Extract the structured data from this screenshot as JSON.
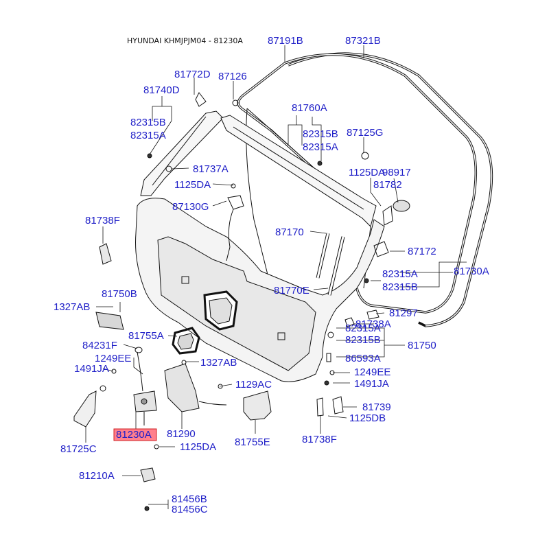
{
  "header": {
    "title": "HYUNDAI KHMJPJM04 - 81230A"
  },
  "colors": {
    "label": "#2020c8",
    "highlight_fill": "#ff7f8c",
    "highlight_stroke": "#d02020",
    "line": "#111111",
    "background": "#ffffff"
  },
  "highlight_part": "81230A",
  "parts": [
    {
      "id": "p-87191B",
      "text": "87191B"
    },
    {
      "id": "p-87321B",
      "text": "87321B"
    },
    {
      "id": "p-81772D",
      "text": "81772D"
    },
    {
      "id": "p-87126",
      "text": "87126"
    },
    {
      "id": "p-81740D",
      "text": "81740D"
    },
    {
      "id": "p-82315B-1",
      "text": "82315B"
    },
    {
      "id": "p-82315A-1",
      "text": "82315A"
    },
    {
      "id": "p-81760A",
      "text": "81760A"
    },
    {
      "id": "p-82315B-2",
      "text": "82315B"
    },
    {
      "id": "p-87125G",
      "text": "87125G"
    },
    {
      "id": "p-82315A-2",
      "text": "82315A"
    },
    {
      "id": "p-81737A",
      "text": "81737A"
    },
    {
      "id": "p-1125DA-1",
      "text": "1125DA"
    },
    {
      "id": "p-98917",
      "text": "98917"
    },
    {
      "id": "p-1125DA-2",
      "text": "1125DA"
    },
    {
      "id": "p-81782",
      "text": "81782"
    },
    {
      "id": "p-87130G",
      "text": "87130G"
    },
    {
      "id": "p-81738F-1",
      "text": "81738F"
    },
    {
      "id": "p-87170",
      "text": "87170"
    },
    {
      "id": "p-87172",
      "text": "87172"
    },
    {
      "id": "p-82315A-3",
      "text": "82315A"
    },
    {
      "id": "p-81730A",
      "text": "81730A"
    },
    {
      "id": "p-82315B-3",
      "text": "82315B"
    },
    {
      "id": "p-81770E",
      "text": "81770E"
    },
    {
      "id": "p-81750B",
      "text": "81750B"
    },
    {
      "id": "p-1327AB-1",
      "text": "1327AB"
    },
    {
      "id": "p-81297",
      "text": "81297"
    },
    {
      "id": "p-81738A",
      "text": "81738A"
    },
    {
      "id": "p-81755A",
      "text": "81755A"
    },
    {
      "id": "p-82315A-4",
      "text": "82315A"
    },
    {
      "id": "p-82315B-4",
      "text": "82315B"
    },
    {
      "id": "p-81750",
      "text": "81750"
    },
    {
      "id": "p-84231F",
      "text": "84231F"
    },
    {
      "id": "p-1249EE-1",
      "text": "1249EE"
    },
    {
      "id": "p-86593A",
      "text": "86593A"
    },
    {
      "id": "p-1327AB-2",
      "text": "1327AB"
    },
    {
      "id": "p-1491JA-1",
      "text": "1491JA"
    },
    {
      "id": "p-1249EE-2",
      "text": "1249EE"
    },
    {
      "id": "p-1491JA-2",
      "text": "1491JA"
    },
    {
      "id": "p-1129AC",
      "text": "1129AC"
    },
    {
      "id": "p-81739",
      "text": "81739"
    },
    {
      "id": "p-1125DB",
      "text": "1125DB"
    },
    {
      "id": "p-81230A",
      "text": "81230A"
    },
    {
      "id": "p-81290",
      "text": "81290"
    },
    {
      "id": "p-81755E",
      "text": "81755E"
    },
    {
      "id": "p-81738F-2",
      "text": "81738F"
    },
    {
      "id": "p-81725C",
      "text": "81725C"
    },
    {
      "id": "p-1125DA-3",
      "text": "1125DA"
    },
    {
      "id": "p-81210A",
      "text": "81210A"
    },
    {
      "id": "p-81456B",
      "text": "81456B"
    },
    {
      "id": "p-81456C",
      "text": "81456C"
    }
  ]
}
